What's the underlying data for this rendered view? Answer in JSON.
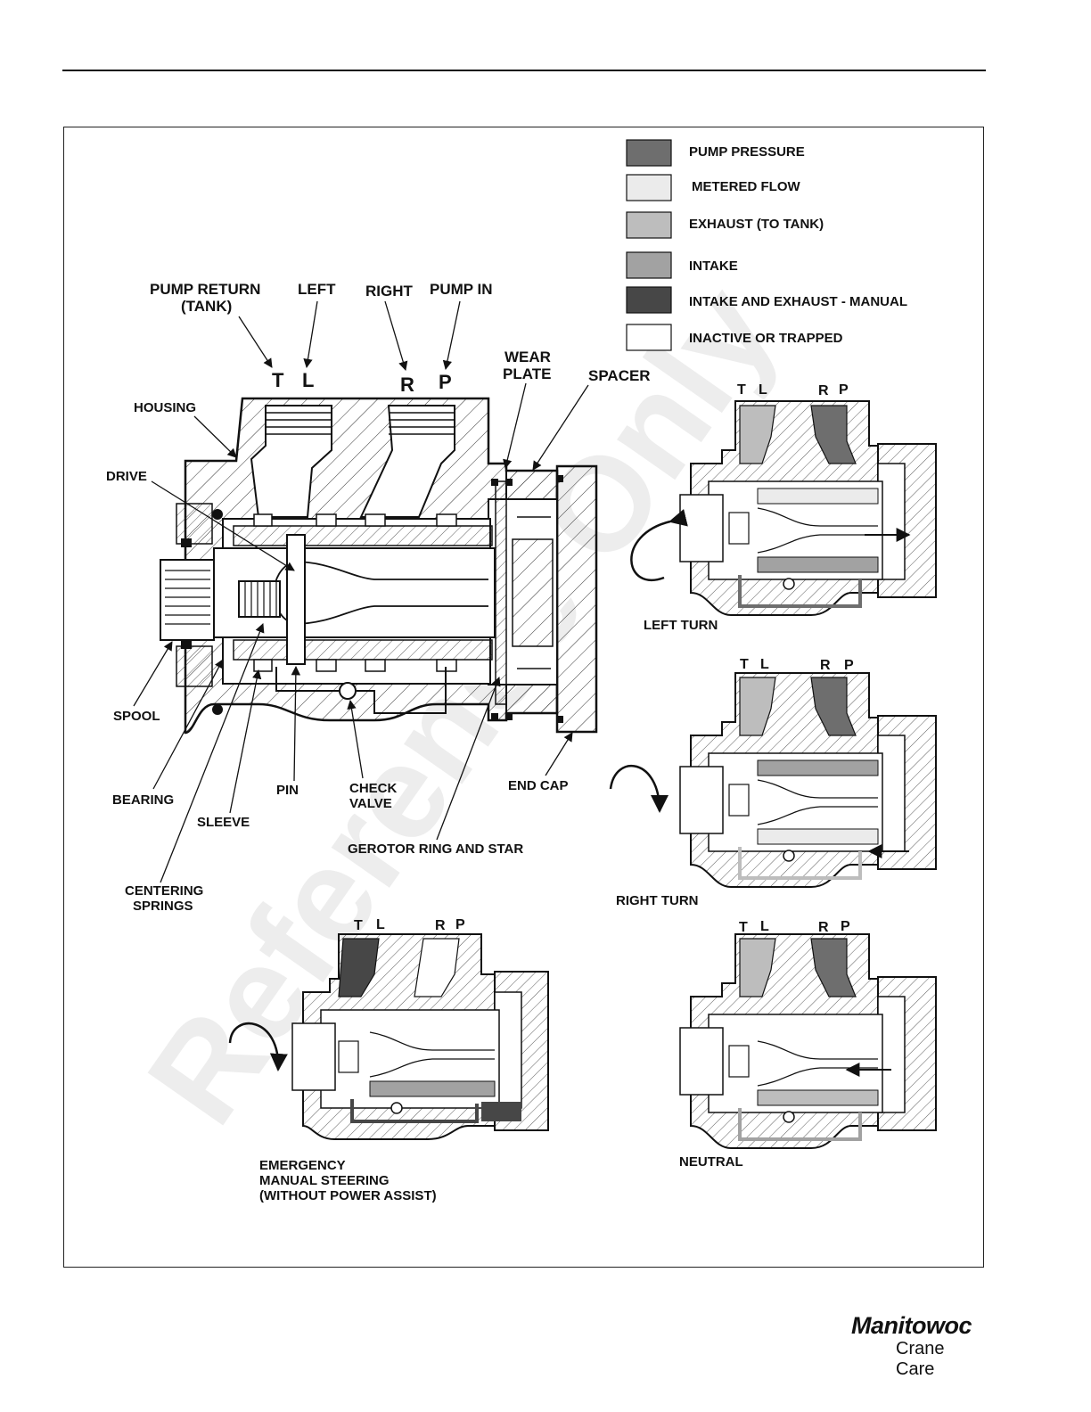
{
  "legend": [
    {
      "label": "PUMP PRESSURE",
      "color": "#6e6e6e"
    },
    {
      "label": "METERED FLOW",
      "color": "#ebebeb"
    },
    {
      "label": "EXHAUST (TO TANK)",
      "color": "#bdbdbd"
    },
    {
      "label": "INTAKE",
      "color": "#a2a2a2"
    },
    {
      "label": "INTAKE AND EXHAUST - MANUAL",
      "color": "#474747"
    },
    {
      "label": "INACTIVE OR TRAPPED",
      "color": "#ffffff"
    }
  ],
  "main_diagram": {
    "port_names": {
      "pump_return": "PUMP RETURN",
      "tank": "(TANK)",
      "left": "LEFT",
      "right": "RIGHT",
      "pump_in": "PUMP IN"
    },
    "port_letters": {
      "t": "T",
      "l": "L",
      "r": "R",
      "p": "P"
    },
    "callouts": {
      "housing": "HOUSING",
      "drive": "DRIVE",
      "spool": "SPOOL",
      "bearing": "BEARING",
      "sleeve": "SLEEVE",
      "pin": "PIN",
      "check_valve_1": "CHECK",
      "check_valve_2": "VALVE",
      "end_cap": "END CAP",
      "gerotor": "GEROTOR RING AND STAR",
      "centering_springs_1": "CENTERING",
      "centering_springs_2": "SPRINGS",
      "wear_plate_1": "WEAR",
      "wear_plate_2": "PLATE",
      "spacer": "SPACER"
    }
  },
  "mini_diagrams": [
    {
      "caption_lines": [
        "LEFT TURN"
      ],
      "ports": [
        "T",
        "L",
        "R",
        "P"
      ]
    },
    {
      "caption_lines": [
        "RIGHT TURN"
      ],
      "ports": [
        "T",
        "L",
        "R",
        "P"
      ]
    },
    {
      "caption_lines": [
        "EMERGENCY",
        "MANUAL STEERING",
        "(WITHOUT POWER ASSIST)"
      ],
      "ports": [
        "T",
        "L",
        "R",
        "P"
      ]
    },
    {
      "caption_lines": [
        "NEUTRAL"
      ],
      "ports": [
        "T",
        "L",
        "R",
        "P"
      ]
    }
  ],
  "watermark": "Reference Only",
  "logo": {
    "brand": "Manitowoc",
    "sub": "Crane Care"
  }
}
